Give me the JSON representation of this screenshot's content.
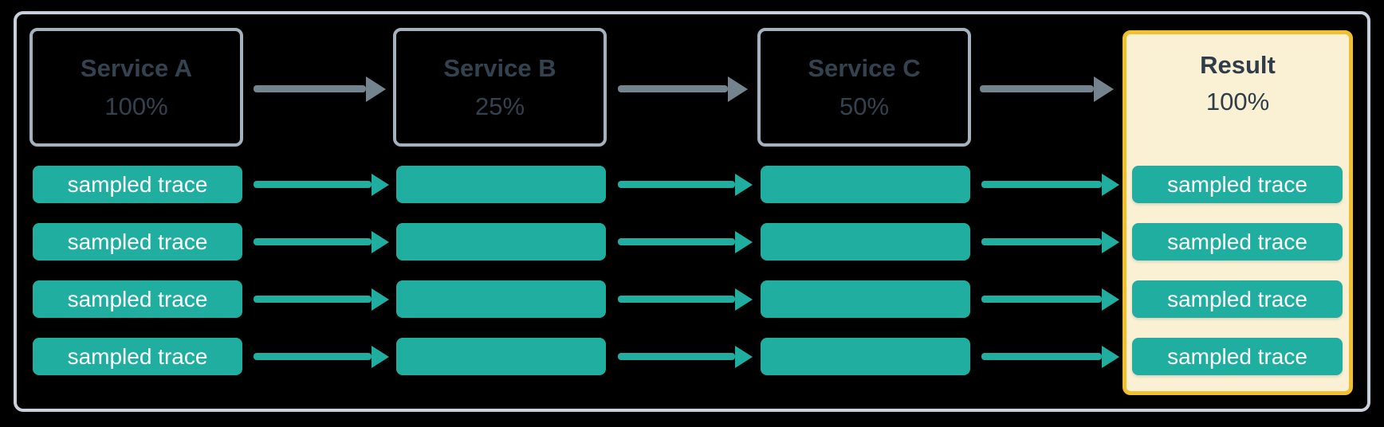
{
  "diagram": {
    "description": "trace sampling flow",
    "trace_label": "sampled trace",
    "colors": {
      "teal": "#1FAE9F",
      "node_text": "#33424E",
      "gray_arrow": "#74848F",
      "node_border": "#A4B2BF",
      "outer_border": "#C8D1DB",
      "result_background": "#FAF0D3",
      "result_border": "#F2C02E",
      "trace_text": "#FFFFFF",
      "background": "#000000"
    },
    "flow": {
      "columns": [
        {
          "header": {
            "label": "Service A",
            "value": "100%"
          },
          "traces": [
            "sampled trace",
            "sampled trace",
            "sampled trace",
            "sampled trace"
          ]
        },
        {
          "header": {
            "label": "Service B",
            "value": "25%"
          },
          "traces": [
            "",
            "",
            "",
            ""
          ]
        },
        {
          "header": {
            "label": "Service C",
            "value": "50%"
          },
          "traces": [
            "",
            "",
            "",
            ""
          ]
        },
        {
          "header": {
            "label": "Result",
            "value": "100%"
          },
          "traces": [
            "sampled trace",
            "sampled trace",
            "sampled trace",
            "sampled trace"
          ]
        }
      ]
    }
  }
}
